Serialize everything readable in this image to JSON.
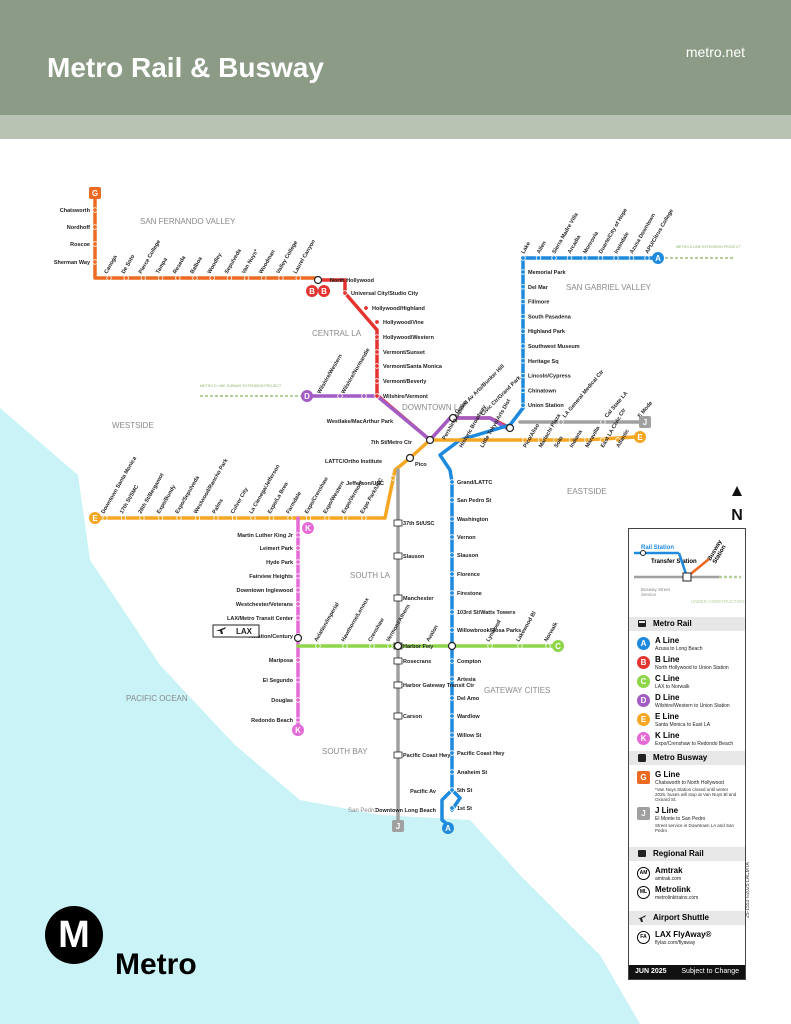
{
  "header": {
    "title": "Metro Rail & Busway",
    "site": "metro.net"
  },
  "regions": {
    "sfv": "SAN FERNANDO VALLEY",
    "central": "CENTRAL LA",
    "sgv": "SAN GABRIEL VALLEY",
    "westside": "WESTSIDE",
    "downtown": "DOWNTOWN LA",
    "eastside": "EASTSIDE",
    "southla": "SOUTH LA",
    "gateway": "GATEWAY CITIES",
    "pacific": "PACIFIC OCEAN",
    "southbay": "SOUTH BAY",
    "sanpedro": "San Pedro"
  },
  "projects": {
    "a_ext": "METRO A LINE EXTENSION PROJECT",
    "d_ext": "METRO D LINE SUBWAY EXTENSION PROJECT"
  },
  "badges": {
    "G": "G",
    "B": "B",
    "D": "D",
    "A": "A",
    "E": "E",
    "K": "K",
    "J": "J",
    "C": "C"
  },
  "stations": {
    "g_vertical": [
      "Chatsworth",
      "Nordhoff",
      "Roscoe",
      "Sherman Way"
    ],
    "g_diag": [
      "Canoga",
      "De Soto",
      "Pierce College",
      "Tampa",
      "Reseda",
      "Balboa",
      "Woodley",
      "Sepulveda",
      "Van Nuys*",
      "Woodman",
      "Valley College",
      "Laurel Canyon"
    ],
    "b_line": [
      "North Hollywood",
      "Universal City/Studio City",
      "Hollywood/Highland",
      "Hollywood/Vine",
      "Hollywood/Western",
      "Vermont/Sunset",
      "Vermont/Santa Monica",
      "Vermont/Beverly",
      "Wilshire/Vermont",
      "Westlake/MacArthur Park",
      "7th St/Metro Ctr"
    ],
    "d_diag": [
      "Wilshire/Western",
      "Wilshire/Normandie"
    ],
    "a_north": [
      "Memorial Park",
      "Del Mar",
      "Fillmore",
      "South Pasadena",
      "Highland Park",
      "Southwest Museum",
      "Heritage Sq",
      "Lincoln/Cypress",
      "Chinatown",
      "Union Station"
    ],
    "a_east_diag": [
      "Lake",
      "Allen",
      "Sierra Madre Villa",
      "Arcadia",
      "Monrovia",
      "Duarte/City of Hope",
      "Irwindale",
      "Azusa Downtown",
      "APU/Citrus College"
    ],
    "e_east_diag": [
      "Pico/Aliso",
      "Mariachi Plaza",
      "Soto",
      "Indiana",
      "Maravilla",
      "East LA Civic Ctr",
      "Atlantic"
    ],
    "e_west_diag": [
      "Downtown Santa Monica",
      "17th St/SMC",
      "26th St/Bergamot",
      "Expo/Bundy",
      "Expo/Sepulveda",
      "Westwood/Rancho Park",
      "Palms",
      "Culver City",
      "La Cienega/Jefferson",
      "Expo/La Brea",
      "Farmdale",
      "Expo/Crenshaw",
      "Expo/Western",
      "Expo/Vermont",
      "Expo Park/USC"
    ],
    "e_mid": [
      "LATTC/Ortho Institute",
      "Jefferson/USC",
      "Pico"
    ],
    "a_south": [
      "Grand/LATTC",
      "San Pedro St",
      "Washington",
      "Vernon",
      "Slauson",
      "Florence",
      "Firestone",
      "103rd St/Watts Towers",
      "Willowbrook/Rosa Parks",
      "Compton",
      "Artesia",
      "Del Amo",
      "Wardlow",
      "Willow St",
      "Pacific Coast Hwy",
      "Anaheim St",
      "5th St",
      "1st St",
      "Pacific Av",
      "Downtown Long Beach"
    ],
    "j_line": [
      "37th St/USC",
      "Slauson",
      "Manchester",
      "Harbor Fwy",
      "Rosecrans",
      "Harbor Gateway Transit Ctr",
      "Carson",
      "Pacific Coast Hwy"
    ],
    "k_line": [
      "Martin Luther King Jr",
      "Leimert Park",
      "Hyde Park",
      "Fairview Heights",
      "Downtown Inglewood",
      "Westchester/Veterans",
      "LAX/Metro Transit Center",
      "Aviation/Century",
      "Mariposa",
      "El Segundo",
      "Douglas",
      "Redondo Beach"
    ],
    "c_diag": [
      "Aviation/Imperial",
      "Hawthorne/Lennox",
      "Crenshaw",
      "Vermont/Athens",
      "Avalon",
      "Lynwood",
      "Lakewood Bl",
      "Norwalk"
    ],
    "downtown": [
      "Grand Av Arts/Bunker Hill",
      "Civic Ctr/Grand Park",
      "Historic Broadway",
      "Little Tokyo/Arts Dist",
      "Pershing Square"
    ],
    "j_east": [
      "LA General Medical Ctr",
      "Cal State LA"
    ],
    "e_terminal": "E Mode",
    "lax_label": "LAX"
  },
  "legend": {
    "rail_station": "Rail Station",
    "transfer": "Transfer Station",
    "busway": "Busway Station",
    "bus_service": "Busway Street Service",
    "under_construction": "UNDER CONSTRUCTION",
    "metro_rail": "Metro Rail",
    "lines": [
      {
        "badge": "A",
        "name": "A Line",
        "desc": "Azusa to Long Beach",
        "color": "#1e8ade"
      },
      {
        "badge": "B",
        "name": "B Line",
        "desc": "North Hollywood to Union Station",
        "color": "#e3342f"
      },
      {
        "badge": "C",
        "name": "C Line",
        "desc": "LAX to Norwalk",
        "color": "#8fd549"
      },
      {
        "badge": "D",
        "name": "D Line",
        "desc": "Wilshire/Western to Union Station",
        "color": "#a45cc5"
      },
      {
        "badge": "E",
        "name": "E Line",
        "desc": "Santa Monica to East LA",
        "color": "#f5a623"
      },
      {
        "badge": "K",
        "name": "K Line",
        "desc": "Expo/Crenshaw to Redondo Beach",
        "color": "#e56ad7"
      }
    ],
    "metro_busway": "Metro Busway",
    "g": {
      "badge": "G",
      "name": "G Line",
      "desc": "Chatsworth to North Hollywood",
      "note": "*Van Nuys Station closed until winter 2026, buses will stop at Van Nuys Bl and Oxnard St.",
      "color": "#ec6a21"
    },
    "j": {
      "badge": "J",
      "name": "J Line",
      "desc": "El Monte to San Pedro",
      "note": "Street service in Downtown LA and San Pedro",
      "color": "#a0a0a0"
    },
    "regional_rail": "Regional Rail",
    "amtrak": {
      "badge": "AM",
      "name": "Amtrak",
      "desc": "amtrak.com"
    },
    "metrolink": {
      "badge": "ML",
      "name": "Metrolink",
      "desc": "metrolinktrains.com"
    },
    "airport_shuttle": "Airport Shuttle",
    "flyaway": {
      "badge": "FA",
      "name": "LAX FlyAway®",
      "desc": "flylax.com/flyaway"
    },
    "date": "JUN 2025",
    "subject": "Subject to Change"
  },
  "code": "25-1553 ©2025 LACMTA",
  "logo": {
    "letter": "M",
    "brand": "Metro"
  }
}
